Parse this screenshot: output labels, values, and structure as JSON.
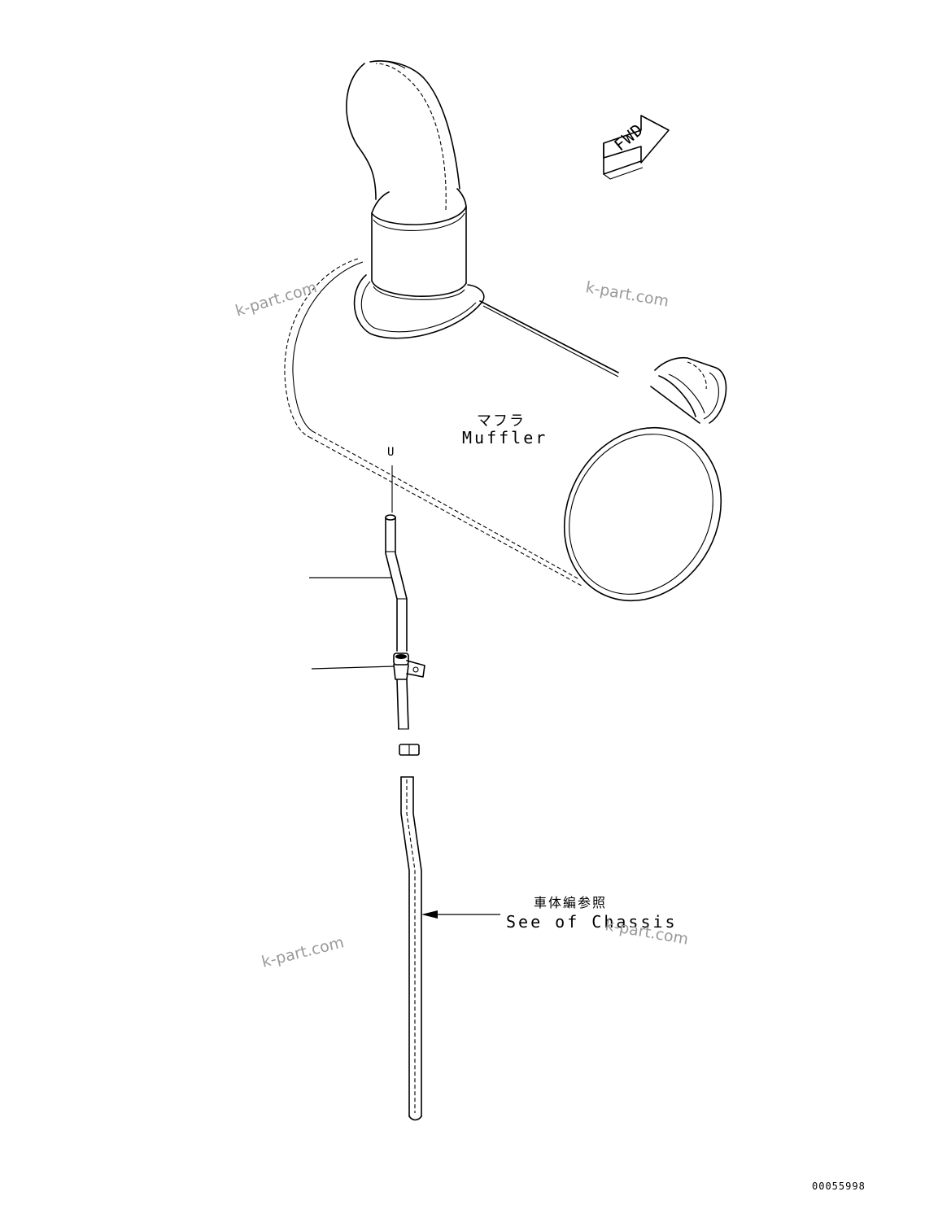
{
  "labels": {
    "muffler_jp": "マフラ",
    "muffler_en": "Muffler",
    "chassis_jp": "車体編参照",
    "chassis_en": "See of Chassis",
    "fwd": "FWD",
    "flow_mark": "U",
    "drawing_number": "00055998"
  },
  "watermarks": [
    "k-part.com",
    "k-part.com",
    "k-part.com",
    "k-part.com"
  ],
  "colors": {
    "ink": "#000000",
    "watermark": "#9a9a9a",
    "background": "#ffffff"
  }
}
